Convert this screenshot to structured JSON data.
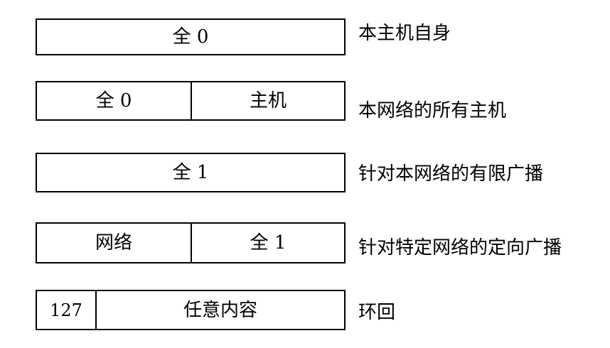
{
  "rows": [
    {
      "cells": [
        "全 0"
      ],
      "description": "本主机自身"
    },
    {
      "cells": [
        "全 0",
        "主机"
      ],
      "description": "本网络的所有主机"
    },
    {
      "cells": [
        "全 1"
      ],
      "description": "针对本网络的有限广播"
    },
    {
      "cells": [
        "网络",
        "全 1"
      ],
      "description": "针对特定网络的定向广播"
    },
    {
      "cells": [
        "127",
        "任意内容"
      ],
      "description": "环回"
    }
  ]
}
